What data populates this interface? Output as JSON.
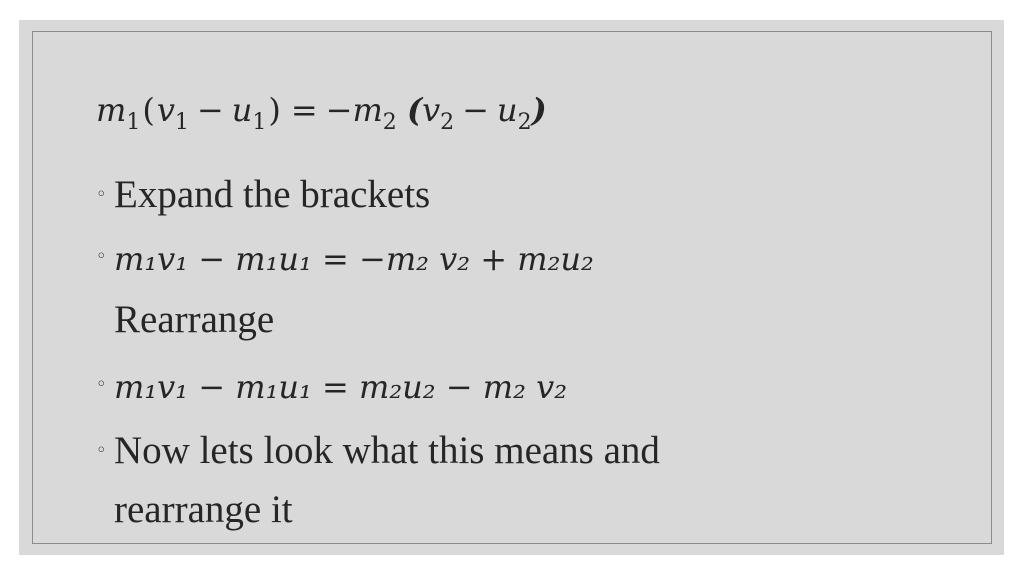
{
  "slide": {
    "equation_main": {
      "lhs": [
        "m",
        "1",
        "(",
        "v",
        "1",
        "−",
        "u",
        "1",
        ")"
      ],
      "rhs": [
        "=",
        "−m",
        "2",
        "(",
        "v",
        "2",
        "−",
        "u",
        "2",
        ")"
      ]
    },
    "bullet_symbol": "◦",
    "bullets": [
      {
        "type": "text",
        "text": "Expand the brackets"
      },
      {
        "type": "equation",
        "text": "m₁v₁ − m₁u₁ = −m₂ v₂ + m₂u₂"
      },
      {
        "type": "continuation",
        "text": "Rearrange"
      },
      {
        "type": "equation",
        "text": "m₁v₁ − m₁u₁ = m₂u₂ − m₂ v₂"
      },
      {
        "type": "text",
        "text": "Now lets look what this means and"
      },
      {
        "type": "continuation",
        "text": "rearrange it"
      }
    ]
  }
}
